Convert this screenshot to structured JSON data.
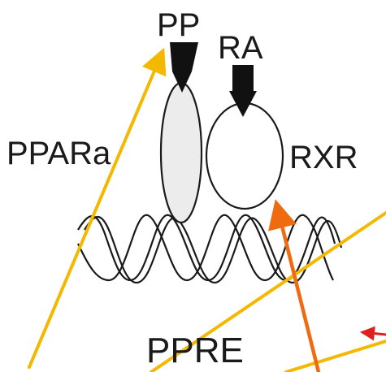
{
  "diagram": {
    "labels": {
      "pp": "PP",
      "ra": "RA",
      "ppara": "PPARa",
      "rxr": "RXR",
      "ppre": "PPRE"
    }
  },
  "colors": {
    "ink": "#1a1a1a",
    "ppara_fill": "#ececec",
    "rxr_fill": "#ffffff",
    "arrow_yellow": "#f5b800",
    "arrow_orange": "#f06a10",
    "arrow_red": "#e02020"
  }
}
